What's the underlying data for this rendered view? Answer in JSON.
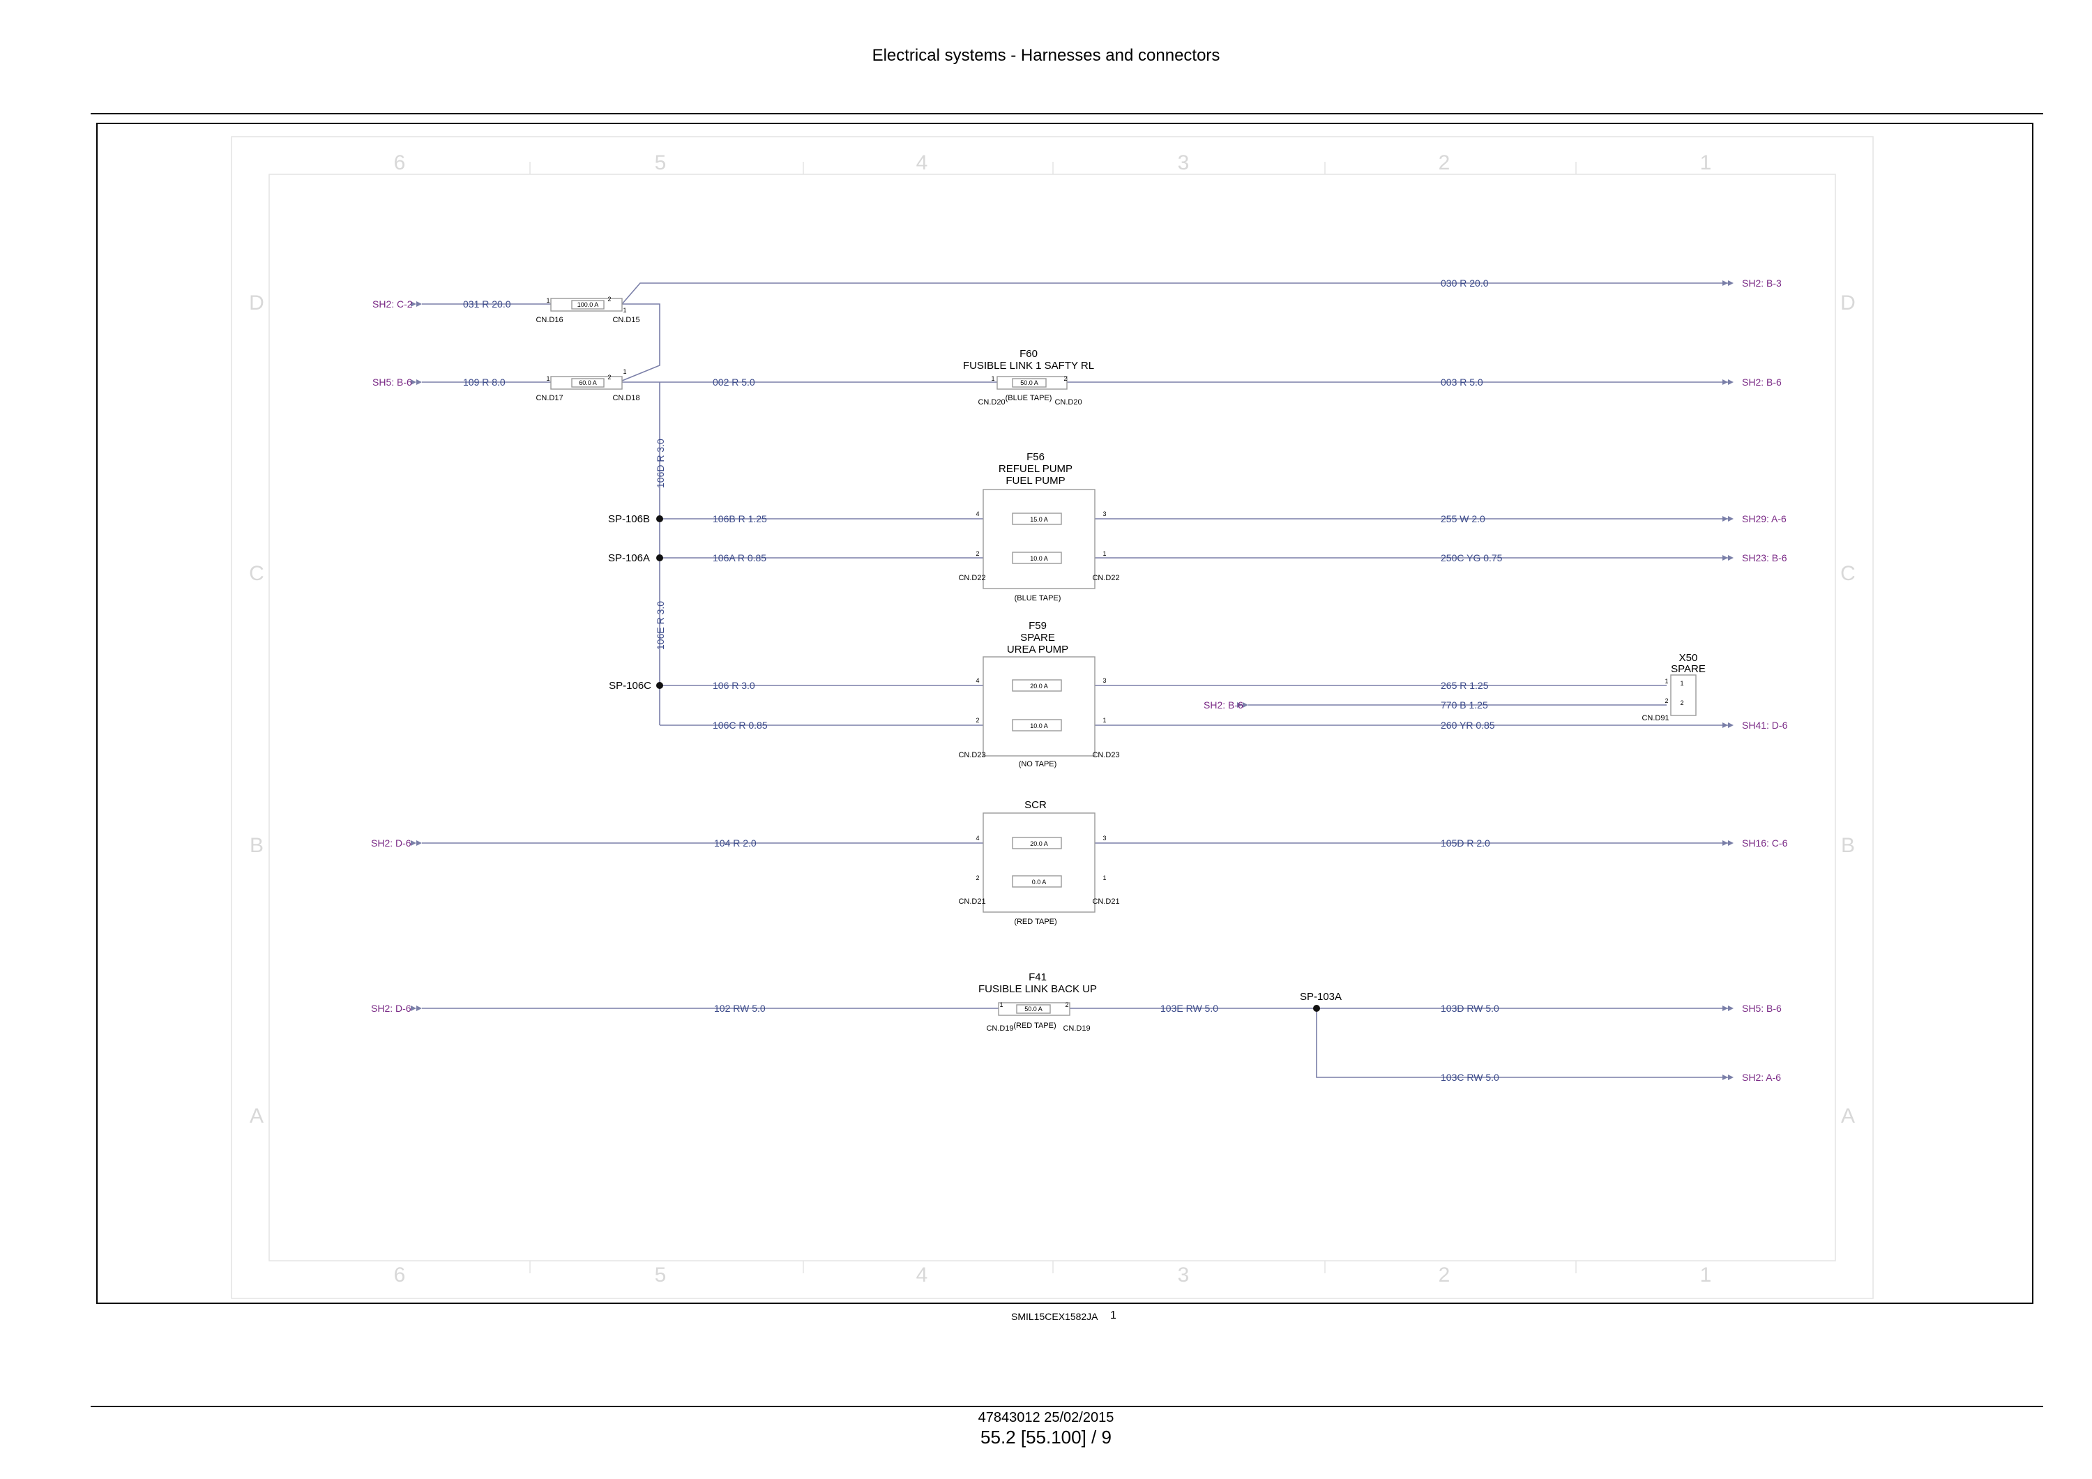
{
  "header": {
    "title": "Electrical systems - Harnesses and connectors"
  },
  "footer": {
    "drawing_id": "SMIL15CEX1582JA",
    "drawing_sheet": "1",
    "doc_ref": "47843012 25/02/2015",
    "page": "55.2 [55.100] / 9"
  },
  "grid": {
    "columns": [
      "6",
      "5",
      "4",
      "3",
      "2",
      "1"
    ],
    "rows": [
      "D",
      "C",
      "B",
      "A"
    ]
  },
  "wires": {
    "w031": "031  R  20.0",
    "w030": "030  R  20.0",
    "w109": "109  R  8.0",
    "w002": "002  R  5.0",
    "w003": "003  R  5.0",
    "w106D": "106D  R  3.0",
    "w106B": "106B  R  1.25",
    "w106A": "106A  R  0.85",
    "w255": "255  W  2.0",
    "w250C": "250C  YG  0.75",
    "w106E": "106E  R  3.0",
    "w106": "106  R  3.0",
    "w106C": "106C  R  0.85",
    "w265": "265  R  1.25",
    "w770": "770  B  1.25",
    "w260": "260  YR  0.85",
    "w104": "104  R  2.0",
    "w105D": "105D  R  2.0",
    "w102": "102  RW  5.0",
    "w103E": "103E  RW  5.0",
    "w103D": "103D  RW  5.0",
    "w103C": "103C  RW  5.0"
  },
  "refs": {
    "sh2_c2": "SH2: C-2",
    "sh2_b3": "SH2: B-3",
    "sh5_b6_in": "SH5: B-6",
    "sh2_b6_out": "SH2: B-6",
    "sh29_a6": "SH29: A-6",
    "sh23_b6": "SH23: B-6",
    "sh2_b6_in": "SH2: B-6",
    "sh41_d6": "SH41: D-6",
    "sh2_d6_scr": "SH2: D-6",
    "sh16_c6": "SH16: C-6",
    "sh2_d6_f41": "SH2: D-6",
    "sh5_b6_out": "SH5: B-6",
    "sh2_a6": "SH2: A-6"
  },
  "splices": {
    "sp106b": "SP-106B",
    "sp106a": "SP-106A",
    "sp106c": "SP-106C",
    "sp103a": "SP-103A"
  },
  "components": {
    "f60": {
      "id": "F60",
      "name": "FUSIBLE LINK 1 SAFTY RL",
      "tape": "(BLUE TAPE)",
      "rating": "50.0 A"
    },
    "f56": {
      "id": "F56",
      "name1": "REFUEL PUMP",
      "name2": "FUEL PUMP",
      "tape": "(BLUE TAPE)",
      "rating_top": "15.0 A",
      "rating_bottom": "10.0 A"
    },
    "f59": {
      "id": "F59",
      "name1": "SPARE",
      "name2": "UREA PUMP",
      "tape": "(NO TAPE)",
      "rating_top": "20.0 A",
      "rating_bottom": "10.0 A"
    },
    "scr": {
      "name": "SCR",
      "tape": "(RED TAPE)",
      "rating_top": "20.0 A",
      "rating_bottom": "0.0 A"
    },
    "f41": {
      "id": "F41",
      "name": "FUSIBLE LINK BACK UP",
      "tape": "(RED TAPE)",
      "rating": "50.0 A"
    },
    "x50": {
      "id": "X50",
      "name": "SPARE"
    },
    "fl100": {
      "rating": "100.0 A"
    },
    "fl60": {
      "rating": "60.0 A"
    }
  },
  "connectors": {
    "d16": "CN.D16",
    "d15": "CN.D15",
    "d17": "CN.D17",
    "d18": "CN.D18",
    "d20": "CN.D20",
    "d22": "CN.D22",
    "d23": "CN.D23",
    "d21": "CN.D21",
    "d19": "CN.D19",
    "d91": "CN.D91"
  },
  "pins": {
    "p1": "1",
    "p2": "2",
    "p3": "3",
    "p4": "4"
  }
}
